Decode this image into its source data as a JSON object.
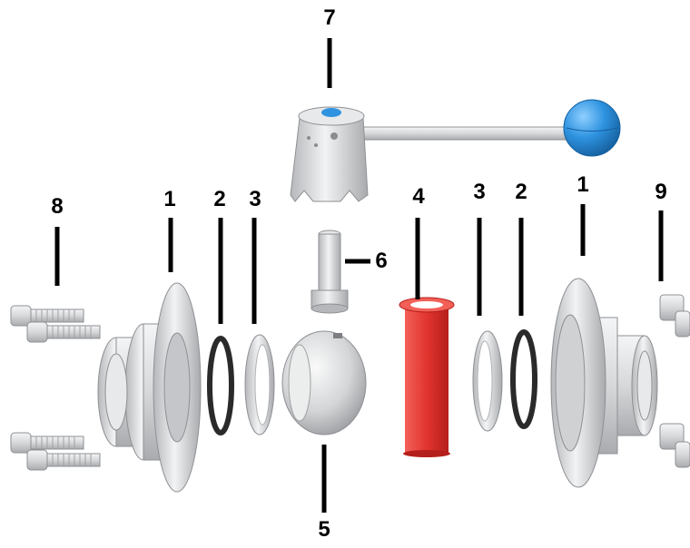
{
  "labels": {
    "l1_left": "1",
    "l2_left": "2",
    "l3_left": "3",
    "l4": "4",
    "l3_right": "3",
    "l2_right": "2",
    "l1_right": "1",
    "l5": "5",
    "l6": "6",
    "l7": "7",
    "l8": "8",
    "l9": "9"
  },
  "colors": {
    "metal": "#d8d9db",
    "metal_dark": "#9a9ca0",
    "seat": "#e2342f",
    "handle_knob": "#2f93e0",
    "gasket": "#2a2a2a"
  }
}
